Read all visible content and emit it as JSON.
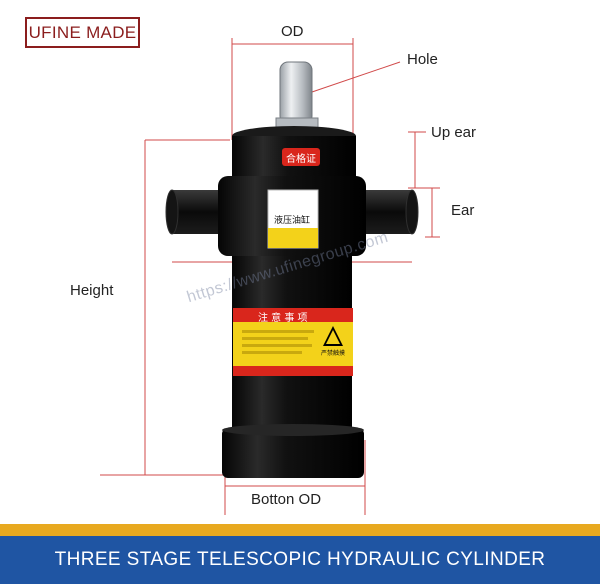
{
  "brand": {
    "logo_text": "UFINE MADE"
  },
  "labels": {
    "od": "OD",
    "hole": "Hole",
    "up_ear": "Up ear",
    "ear": "Ear",
    "height": "Height",
    "bottom_od": "Botton OD"
  },
  "product": {
    "tag_text": "合格证",
    "nameplate_text": "液压油缸",
    "warning_text": "注 意 事 项",
    "warning_note": "严禁触摸"
  },
  "watermark": "https://www.ufinegroup.com",
  "banner": {
    "title": "THREE STAGE TELESCOPIC HYDRAULIC CYLINDER"
  },
  "colors": {
    "logo": "#8b1d1d",
    "dimension_lines": "#d14a4a",
    "cylinder_body": "#0d0d0d",
    "label_yellow": "#f3d21a",
    "label_red": "#d9261c",
    "banner_blue": "#1f55a3",
    "banner_stripe": "#e8a91f"
  }
}
